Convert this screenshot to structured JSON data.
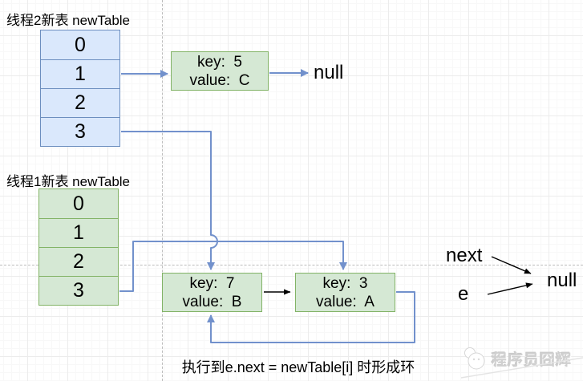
{
  "colors": {
    "blue_fill": "#dae8fc",
    "blue_border": "#6c8ebf",
    "green_fill": "#d5e8d4",
    "green_border": "#82b366",
    "connector_blue": "#7291cc",
    "connector_black": "#000000",
    "page_line": "#bdbdbd",
    "watermark_gray": "#d0d0d0"
  },
  "thread2_table": {
    "label": "线程2新表 newTable",
    "cells": [
      "0",
      "1",
      "2",
      "3"
    ]
  },
  "thread1_table": {
    "label": "线程1新表 newTable",
    "cells": [
      "0",
      "1",
      "2",
      "3"
    ]
  },
  "nodes": {
    "node_c": {
      "line1": "key:  5",
      "line2": "value:  C"
    },
    "node_b": {
      "line1": "key:  7",
      "line2": "value:  B"
    },
    "node_a": {
      "line1": "key:  3",
      "line2": "value:  A"
    }
  },
  "labels": {
    "null_top": "null",
    "null_right": "null",
    "next_pointer": "next",
    "e_pointer": "e",
    "caption": "执行到e.next = newTable[i] 时形成环",
    "watermark": "程序员囧辉"
  }
}
